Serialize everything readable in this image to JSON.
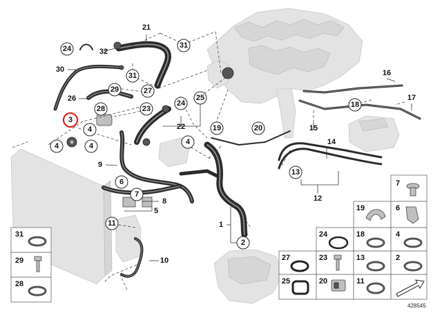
{
  "diagram": {
    "reference_number": "428545",
    "highlighted_callout": "3",
    "highlight_color": "#d9261c",
    "callouts": [
      "1",
      "2",
      "3",
      "4",
      "4",
      "4",
      "4",
      "5",
      "6",
      "7",
      "8",
      "9",
      "10",
      "11",
      "12",
      "13",
      "14",
      "15",
      "16",
      "17",
      "18",
      "19",
      "20",
      "21",
      "22",
      "23",
      "24",
      "24",
      "25",
      "26",
      "27",
      "28",
      "29",
      "30",
      "31",
      "31",
      "32"
    ],
    "parts_table": [
      {
        "label": "7",
        "icon": "plastic-rivet-icon"
      },
      {
        "label": "19",
        "icon": "clamp-icon"
      },
      {
        "label": "6",
        "icon": "clip-icon"
      },
      {
        "label": "24",
        "icon": "o-ring-icon"
      },
      {
        "label": "18",
        "icon": "hose-clamp-icon"
      },
      {
        "label": "4",
        "icon": "hose-clamp-icon"
      },
      {
        "label": "31",
        "icon": "hose-clamp-icon"
      },
      {
        "label": "29",
        "icon": "bolt-icon"
      },
      {
        "label": "28",
        "icon": "hose-clamp-icon"
      },
      {
        "label": "27",
        "icon": "sealing-ring-icon"
      },
      {
        "label": "23",
        "icon": "bolt-icon"
      },
      {
        "label": "13",
        "icon": "hose-clamp-icon"
      },
      {
        "label": "2",
        "icon": "hose-clamp-icon"
      },
      {
        "label": "25",
        "icon": "gasket-icon"
      },
      {
        "label": "20",
        "icon": "connector-icon"
      },
      {
        "label": "11",
        "icon": "hose-clamp-icon"
      },
      {
        "label": "",
        "icon": "arrow-pointer-icon"
      }
    ]
  }
}
